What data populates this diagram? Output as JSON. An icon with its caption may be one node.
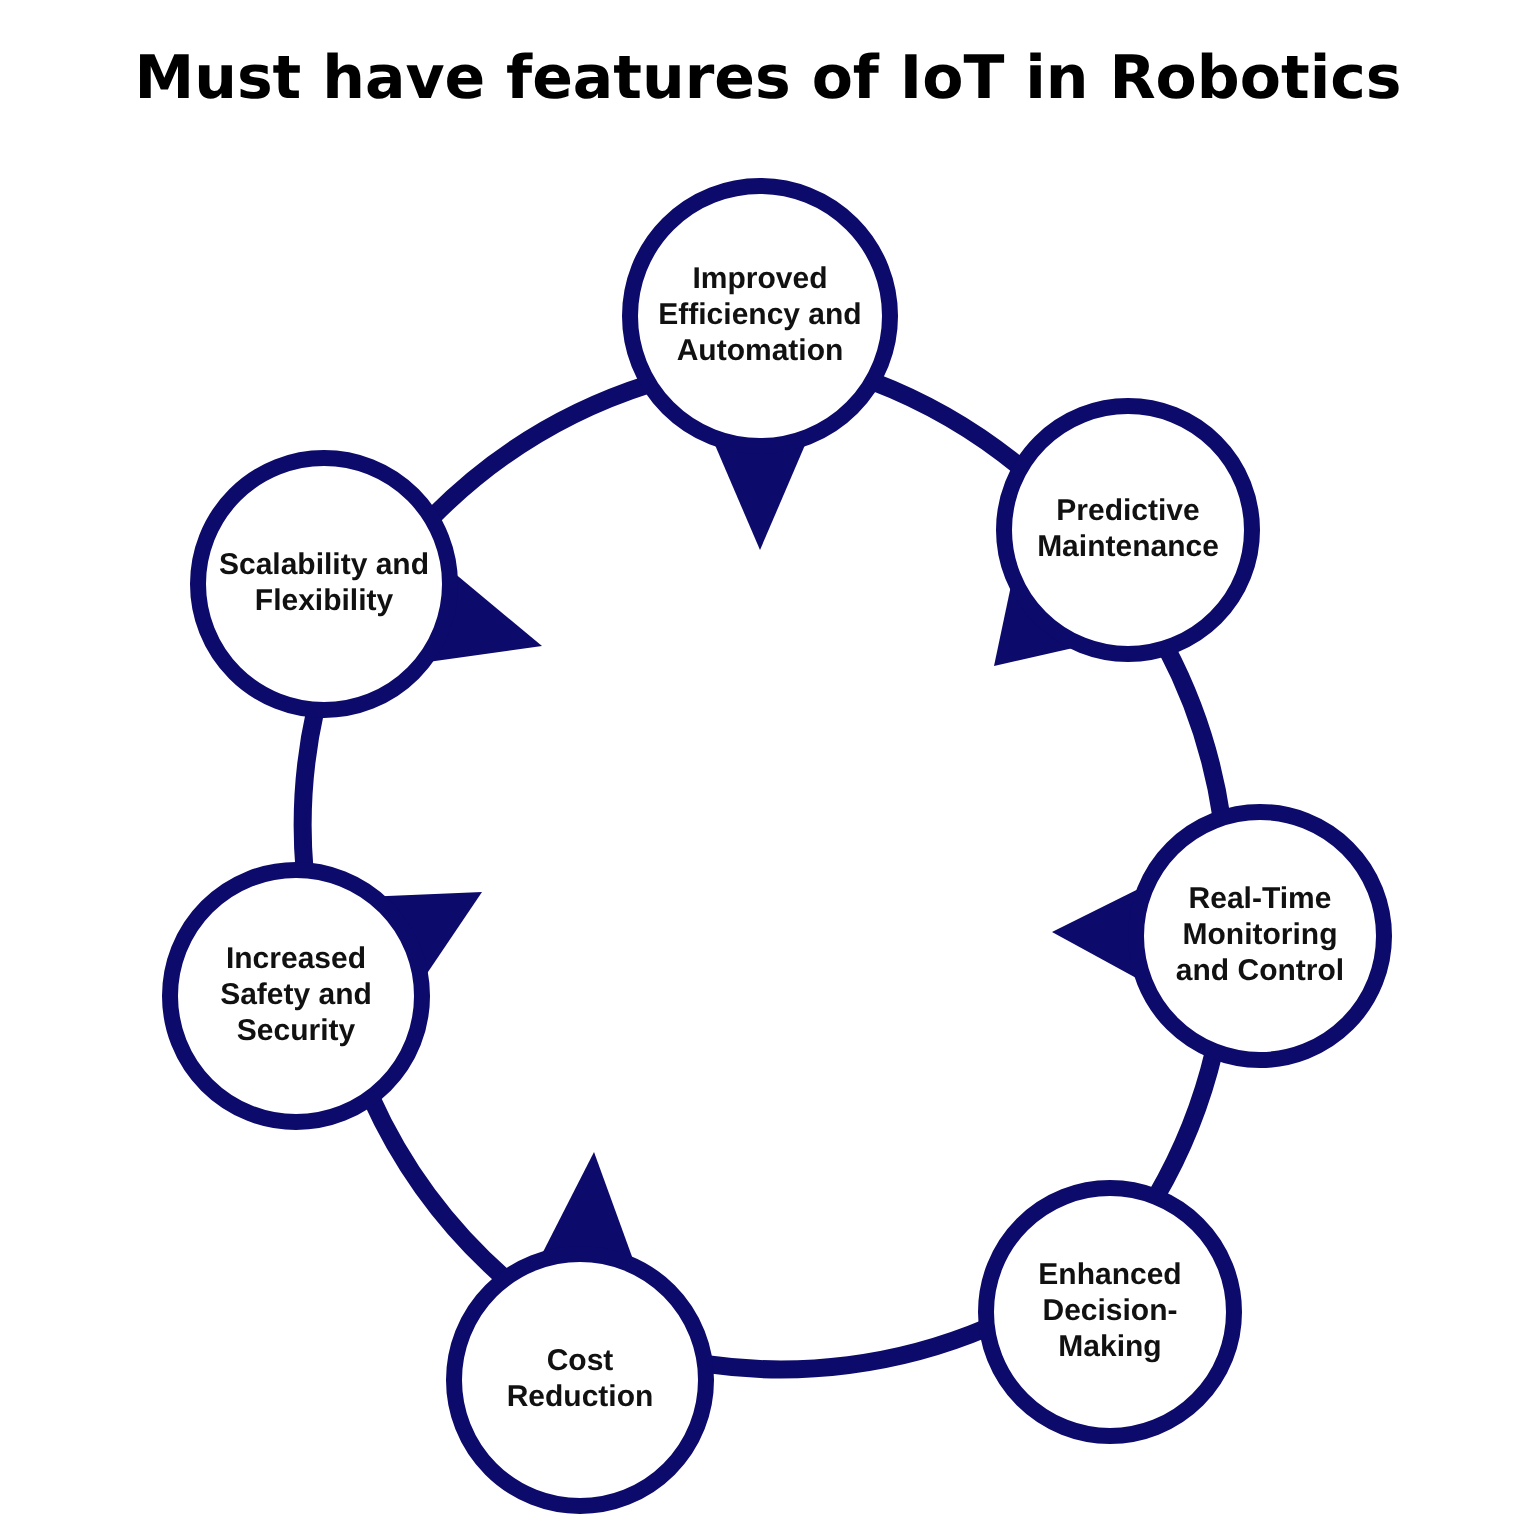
{
  "diagram": {
    "title": "Must have features of IoT in Robotics",
    "nodes": [
      {
        "text": [
          "Improved Efficiency and Automation"
        ]
      },
      {
        "text": [
          "Predictive Maintenance"
        ]
      },
      {
        "text": [
          "Real-Time Monitoring and Control"
        ]
      },
      {
        "text": [
          "Enhanced Decision-Making"
        ]
      },
      {
        "text": [
          "Cost Reduction"
        ]
      },
      {
        "text": [
          "Increased Safety and Security"
        ]
      },
      {
        "text": [
          "Scalability and Flexibility"
        ]
      }
    ],
    "edges": [
      {
        "from": 0,
        "to": 1,
        "arrow": "none"
      },
      {
        "from": 1,
        "to": 2,
        "arrow": "none"
      },
      {
        "from": 2,
        "to": 3,
        "arrow": "none"
      },
      {
        "from": 3,
        "to": 4,
        "arrow": "none"
      },
      {
        "from": 4,
        "to": 5,
        "arrow": "none"
      },
      {
        "from": 5,
        "to": 6,
        "arrow": "none"
      },
      {
        "from": 6,
        "to": 0,
        "arrow": "none"
      }
    ]
  }
}
